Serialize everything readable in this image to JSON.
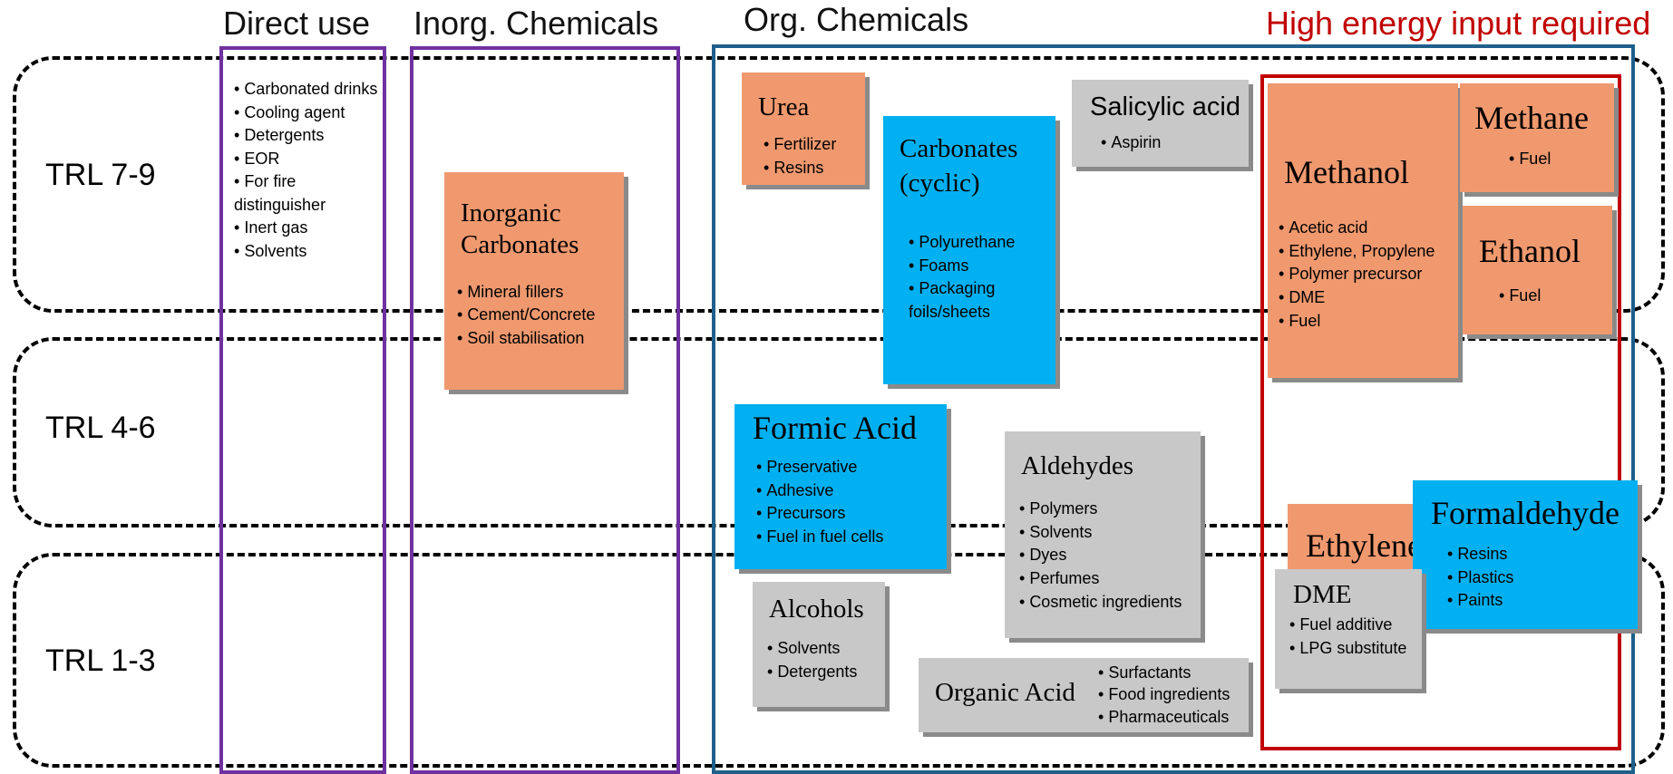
{
  "headers": {
    "direct_use": "Direct use",
    "inorg": "Inorg. Chemicals",
    "org": "Org. Chemicals",
    "high_energy": "High energy input required"
  },
  "trl": {
    "high": "TRL 7-9",
    "mid": "TRL 4-6",
    "low": "TRL 1-3"
  },
  "direct_use_items": [
    "Carbonated drinks",
    "Cooling agent",
    "Detergents",
    "EOR",
    "For fire distinguisher",
    "Inert gas",
    "Solvents"
  ],
  "boxes": {
    "inorganic_carbonates": {
      "title": "Inorganic Carbonates",
      "items": [
        "Mineral fillers",
        "Cement/Concrete",
        "Soil stabilisation"
      ]
    },
    "urea": {
      "title": "Urea",
      "items": [
        "Fertilizer",
        "Resins"
      ]
    },
    "carbonates_cyclic": {
      "title": "Carbonates (cyclic)",
      "items": [
        "Polyurethane",
        "Foams",
        "Packaging foils/sheets"
      ]
    },
    "salicylic_acid": {
      "title": "Salicylic acid",
      "items": [
        "Aspirin"
      ]
    },
    "methanol": {
      "title": "Methanol",
      "items": [
        "Acetic acid",
        "Ethylene, Propylene",
        "Polymer precursor",
        "DME",
        "Fuel"
      ]
    },
    "methane": {
      "title": "Methane",
      "items": [
        "Fuel"
      ]
    },
    "ethanol": {
      "title": "Ethanol",
      "items": [
        "Fuel"
      ]
    },
    "formic_acid": {
      "title": "Formic Acid",
      "items": [
        "Preservative",
        "Adhesive",
        "Precursors",
        "Fuel in fuel cells"
      ]
    },
    "aldehydes": {
      "title": "Aldehydes",
      "items": [
        "Polymers",
        "Solvents",
        "Dyes",
        "Perfumes",
        "Cosmetic ingredients"
      ]
    },
    "ethylene": {
      "title": "Ethylene"
    },
    "formaldehyde": {
      "title": "Formaldehyde",
      "items": [
        "Resins",
        "Plastics",
        "Paints"
      ]
    },
    "dme": {
      "title": "DME",
      "items": [
        "Fuel additive",
        "LPG substitute"
      ]
    },
    "alcohols": {
      "title": "Alcohols",
      "items": [
        "Solvents",
        "Detergents"
      ]
    },
    "organic_acid": {
      "title": "Organic Acid",
      "items": [
        "Surfactants",
        "Food ingredients",
        "Pharmaceuticals"
      ]
    }
  },
  "colors": {
    "orange": "#f0996f",
    "blue": "#00b0f0",
    "grey": "#c8c8c8",
    "purple": "#7030a0",
    "teal": "#1f5f8b",
    "red": "#c00000"
  }
}
